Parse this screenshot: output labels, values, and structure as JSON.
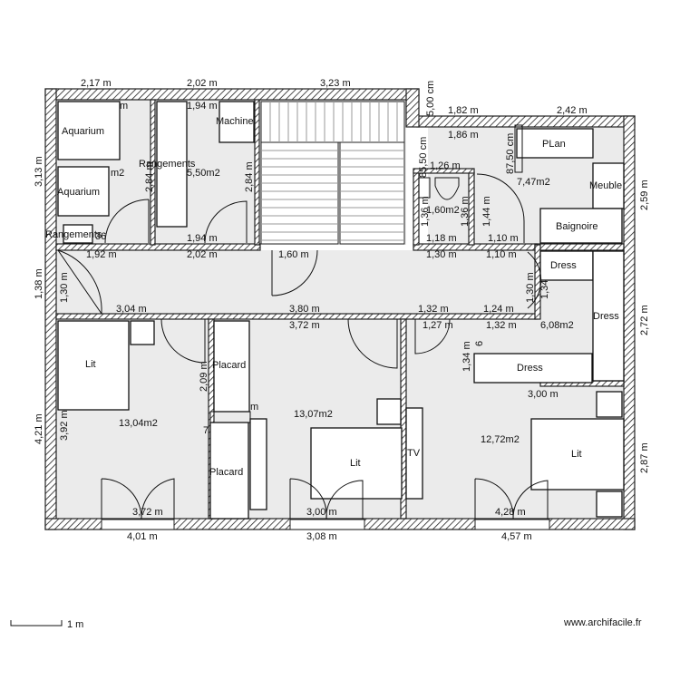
{
  "site": "www.archifacile.fr",
  "scale_label": "1 m",
  "dimensions": {
    "top_1": "2,17 m",
    "top_2": "2,02 m",
    "top_3": "3,23 m",
    "top_cm": "5,00 cm",
    "top_4": "1,82 m",
    "top_5": "2,42 m",
    "right_a": "2,59 m",
    "right_b": "2,72 m",
    "right_c": "2,87 m",
    "left_a": "3,13 m",
    "left_b": "1,38 m",
    "left_c": "4,21 m",
    "bottom_1": "4,01 m",
    "bottom_2": "3,08 m",
    "bottom_3": "4,57 m",
    "i_194a": "1,94 m",
    "i_284a": "2,84 m",
    "i_284b": "2,84 m",
    "i_192": "1,92 m",
    "i_194b": "1,94 m",
    "i_202b": "2,02 m",
    "i_160": "1,60 m",
    "i_186": "1,86 m",
    "i_8550": "85,50 cm",
    "i_126": "1,26 m",
    "i_8750": "87,50 cm",
    "i_136a": "1,36 m",
    "i_136b": "1,36 m",
    "i_144": "1,44 m",
    "i_118": "1,18 m",
    "i_110a": "1,10 m",
    "i_130a": "1,30 m",
    "i_110b": "1,10 m",
    "i_130b": "1,30 m",
    "i_130c": "1,30 m",
    "i_304": "3,04 m",
    "i_380": "3,80 m",
    "i_132a": "1,32 m",
    "i_124": "1,24 m",
    "i_372a": "3,72 m",
    "i_127": "1,27 m",
    "i_132b": "1,32 m",
    "i_134": "1,34 m",
    "i_209": "2,09 m",
    "i_392": "3,92 m",
    "i_300a": "3,00 m",
    "i_372b": "3,72 m",
    "i_300b": "3,00 m",
    "i_428": "4,28 m",
    "i_36": "36",
    "i_6": "6",
    "i_134v": "1,34",
    "i_m": "m",
    "i_7": "7",
    "i_m2": "m2",
    "i_m3": "m"
  },
  "rooms": {
    "aquarium_1": "Aquarium",
    "aquarium_2": "Aquarium",
    "rangements_a": "Rangements",
    "rangements_b": "Rangements",
    "area_550": "5,50m2",
    "machine": "Machine",
    "plan": "PLan",
    "area_747": "7,47m2",
    "meuble": "Meuble",
    "baignoire": "Baignoire",
    "area_160": "1,60m2",
    "dress_1": "Dress",
    "dress_2": "Dress",
    "dress_3": "Dress",
    "area_608": "6,08m2",
    "lit_1": "Lit",
    "lit_2": "Lit",
    "lit_3": "Lit",
    "area_1304": "13,04m2",
    "area_1307": "13,07m2",
    "area_1272": "12,72m2",
    "placard_1": "Placard",
    "placard_2": "Placard",
    "tv": "TV"
  }
}
